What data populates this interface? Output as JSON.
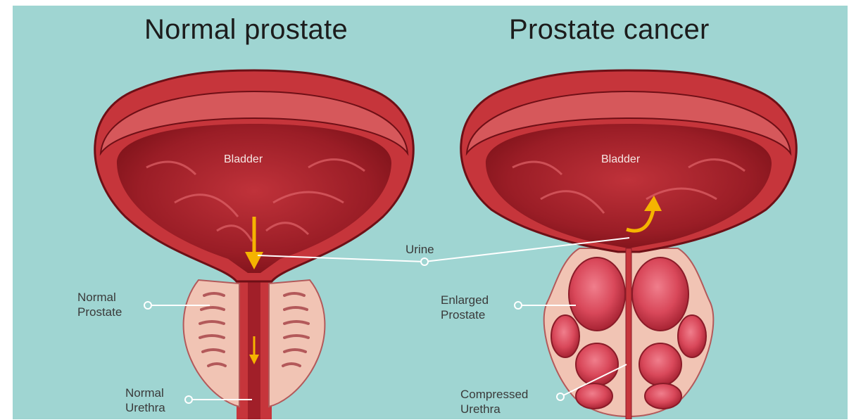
{
  "titles": {
    "left": "Normal prostate",
    "right": "Prostate cancer"
  },
  "labels": {
    "bladder_left": "Bladder",
    "bladder_right": "Bladder",
    "urine": "Urine",
    "normal_prostate": [
      "Normal",
      "Prostate"
    ],
    "normal_urethra": [
      "Normal",
      "Urethra"
    ],
    "enlarged_prostate": [
      "Enlarged",
      "Prostate"
    ],
    "compressed_urethra": [
      "Compressed",
      "Urethra"
    ]
  },
  "colors": {
    "background": "#9fd5d2",
    "bladder_wall": "#c6353b",
    "bladder_inner": "#9e1f27",
    "prostate_normal": "#f1c4b4",
    "prostate_tumor": "#d9485a",
    "flow_arrow": "#f5b400",
    "leader_line": "#ffffff"
  }
}
